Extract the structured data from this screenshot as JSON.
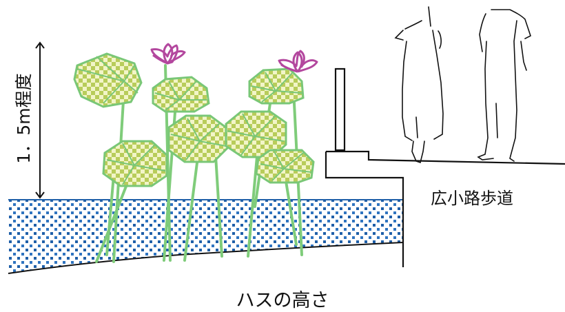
{
  "title": "ハスの高さ",
  "height_label": "1．5m程度",
  "sidewalk_label": "広小路歩道",
  "colors": {
    "water_fill": "#ffffff",
    "water_dots": "#1f5fa8",
    "water_line": "#1f5fa8",
    "leaf_light": "#f2f5c8",
    "leaf_dark": "#b8cc5a",
    "leaf_stroke": "#79c777",
    "stem": "#7fcc7a",
    "flower": "#b3479e",
    "outline": "#111111"
  }
}
